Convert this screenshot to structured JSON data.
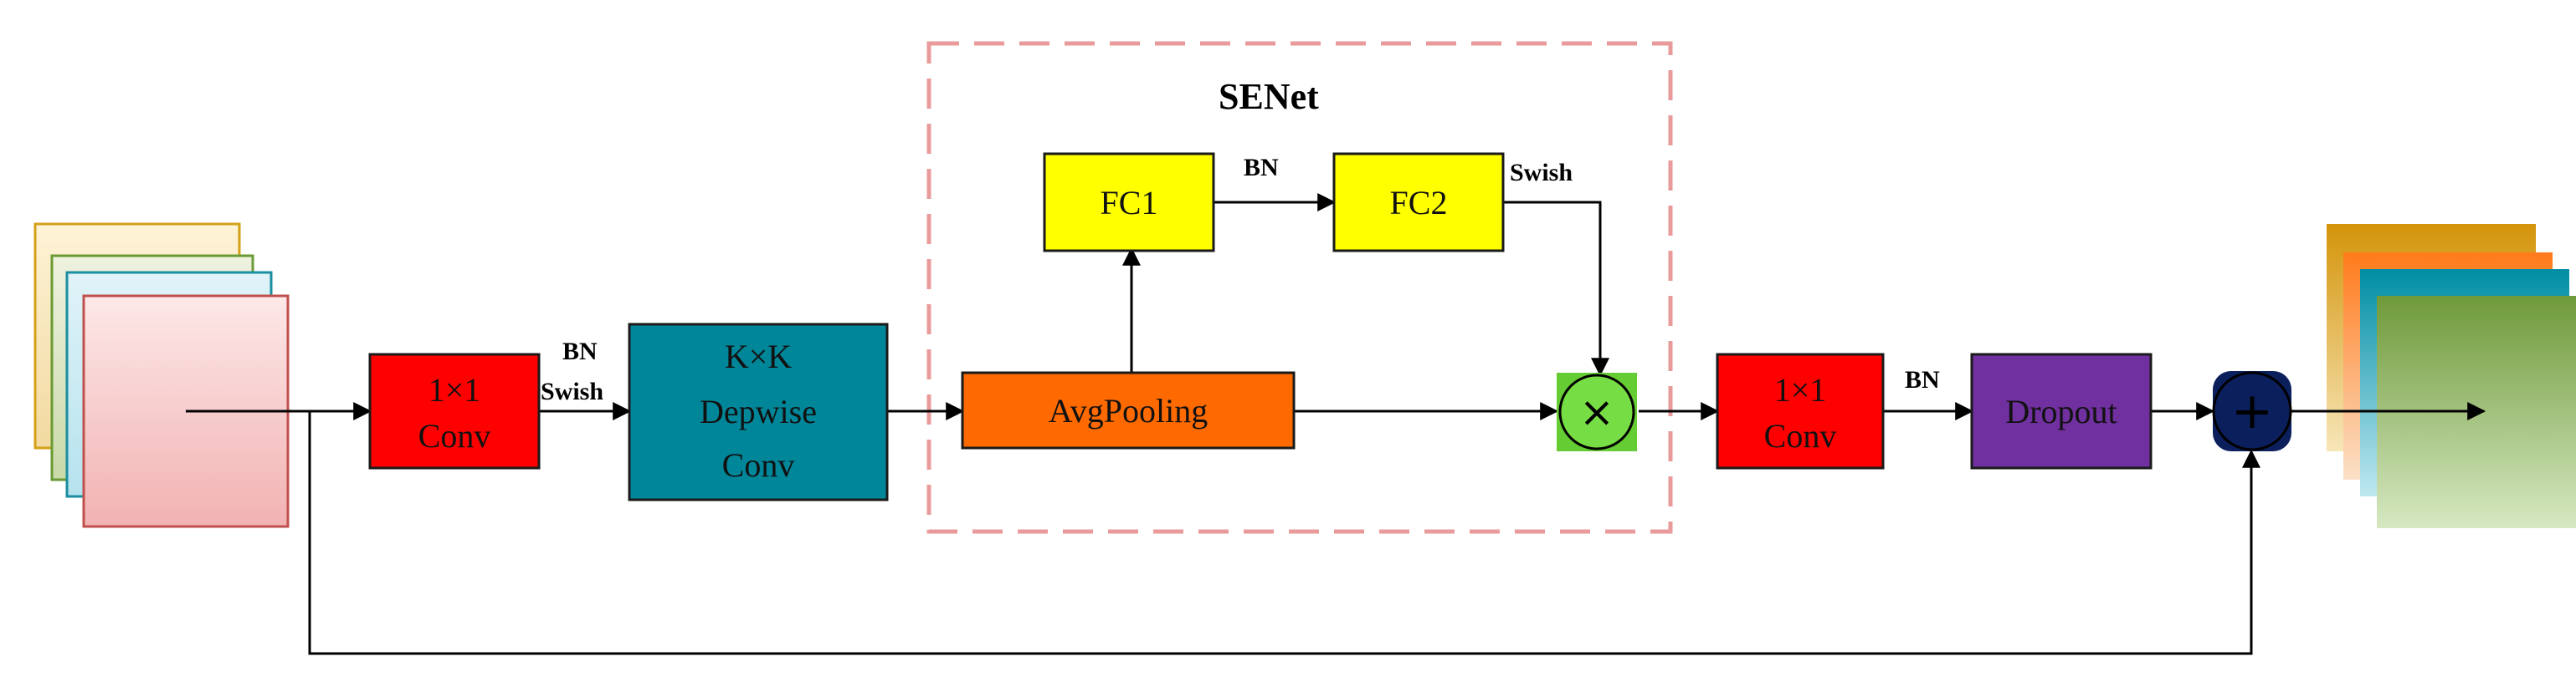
{
  "senet": {
    "title": "SENet"
  },
  "blocks": {
    "conv1": {
      "line1": "1×1",
      "line2": "Conv"
    },
    "depwise": {
      "line1": "K×K",
      "line2": "Depwise",
      "line3": "Conv"
    },
    "avgpool": {
      "label": "AvgPooling"
    },
    "fc1": {
      "label": "FC1"
    },
    "fc2": {
      "label": "FC2"
    },
    "conv2": {
      "line1": "1×1",
      "line2": "Conv"
    },
    "dropout": {
      "label": "Dropout"
    }
  },
  "labels": {
    "bn_after_conv1": "BN",
    "swish_after_conv1": "Swish",
    "bn_between_fc": "BN",
    "swish_after_fc2": "Swish",
    "bn_after_conv2": "BN"
  },
  "operators": {
    "multiply": "×",
    "add": "+"
  },
  "colors": {
    "conv": "#ff0000",
    "depwise": "#008699",
    "avgpool": "#ff6a00",
    "fc": "#ffff00",
    "multiply_bg": "#66cc33",
    "multiply_circle": "#77dd44",
    "dropout": "#7030a0",
    "add_node": "#0a1f5c",
    "senet_border": "#e99a9a"
  }
}
